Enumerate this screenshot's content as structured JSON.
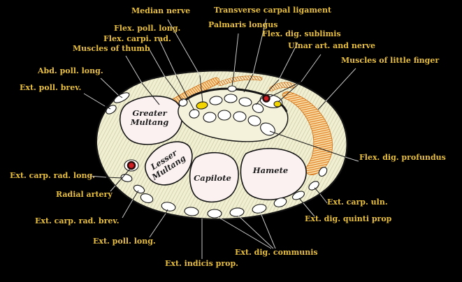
{
  "figure": {
    "description": "Cross-section of the wrist with labeled muscles, tendons, bones, nerves and arteries"
  },
  "colors": {
    "background": "#000000",
    "label_text": "#e8bf3e",
    "section_fill": "#f2f0d2",
    "muscle_orange": "#e2791c",
    "bone_fill": "#fbf1f1",
    "nerve_yellow": "#f2d400",
    "artery_red": "#cf1f24",
    "outline": "#141414",
    "leader_outside": "#c9c9c9"
  },
  "labels": {
    "median_nerve": "Median nerve",
    "transverse_carpal_ligament": "Transverse carpal ligament",
    "flex_poll_long": "Flex. poll. long.",
    "palmaris_longus": "Palmaris longus",
    "flex_carpi_rad": "Flex. carpi. rad.",
    "flex_dig_sublimis": "Flex. dig. sublimis",
    "muscles_of_thumb": "Muscles of thumb",
    "ulnar_art_and_nerve": "Ulnar art. and nerve",
    "abd_poll_long": "Abd. poll. long.",
    "muscles_of_little_finger": "Muscles of little finger",
    "ext_poll_brev": "Ext. poll. brev.",
    "flex_dig_profundus": "Flex. dig. profundus",
    "ext_carp_rad_long": "Ext. carp. rad. long.",
    "radial_artery": "Radial artery",
    "ext_carp_uln": "Ext. carp. uln.",
    "ext_carp_rad_brev": "Ext. carp. rad. brev.",
    "ext_dig_quinti_prop": "Ext. dig. quinti prop",
    "ext_poll_long": "Ext. poll. long.",
    "ext_dig_communis": "Ext. dig. communis",
    "ext_indicis_prop": "Ext. indicis prop."
  },
  "bones": {
    "greater_multang": "Greater\nMultang",
    "lesser_multang": "Lesser\nMultang",
    "capilote": "Capilote",
    "hamete": "Hamete"
  }
}
